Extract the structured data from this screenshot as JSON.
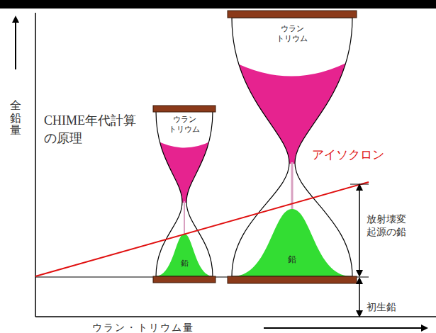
{
  "diagram": {
    "title": "CHIME年代計算 の原理",
    "nodes": [
      {
        "text": [
          "ウラン トリウム"
        ]
      },
      {
        "text": [
          "鉛"
        ]
      },
      {
        "text": [
          "ウラン トリウム"
        ]
      },
      {
        "text": [
          "鉛"
        ]
      }
    ],
    "labels": [
      "全鉛量",
      "アイソクロン",
      "放射壊変 起源の鉛",
      "初生鉛",
      "ウラン・トリウム量"
    ]
  }
}
